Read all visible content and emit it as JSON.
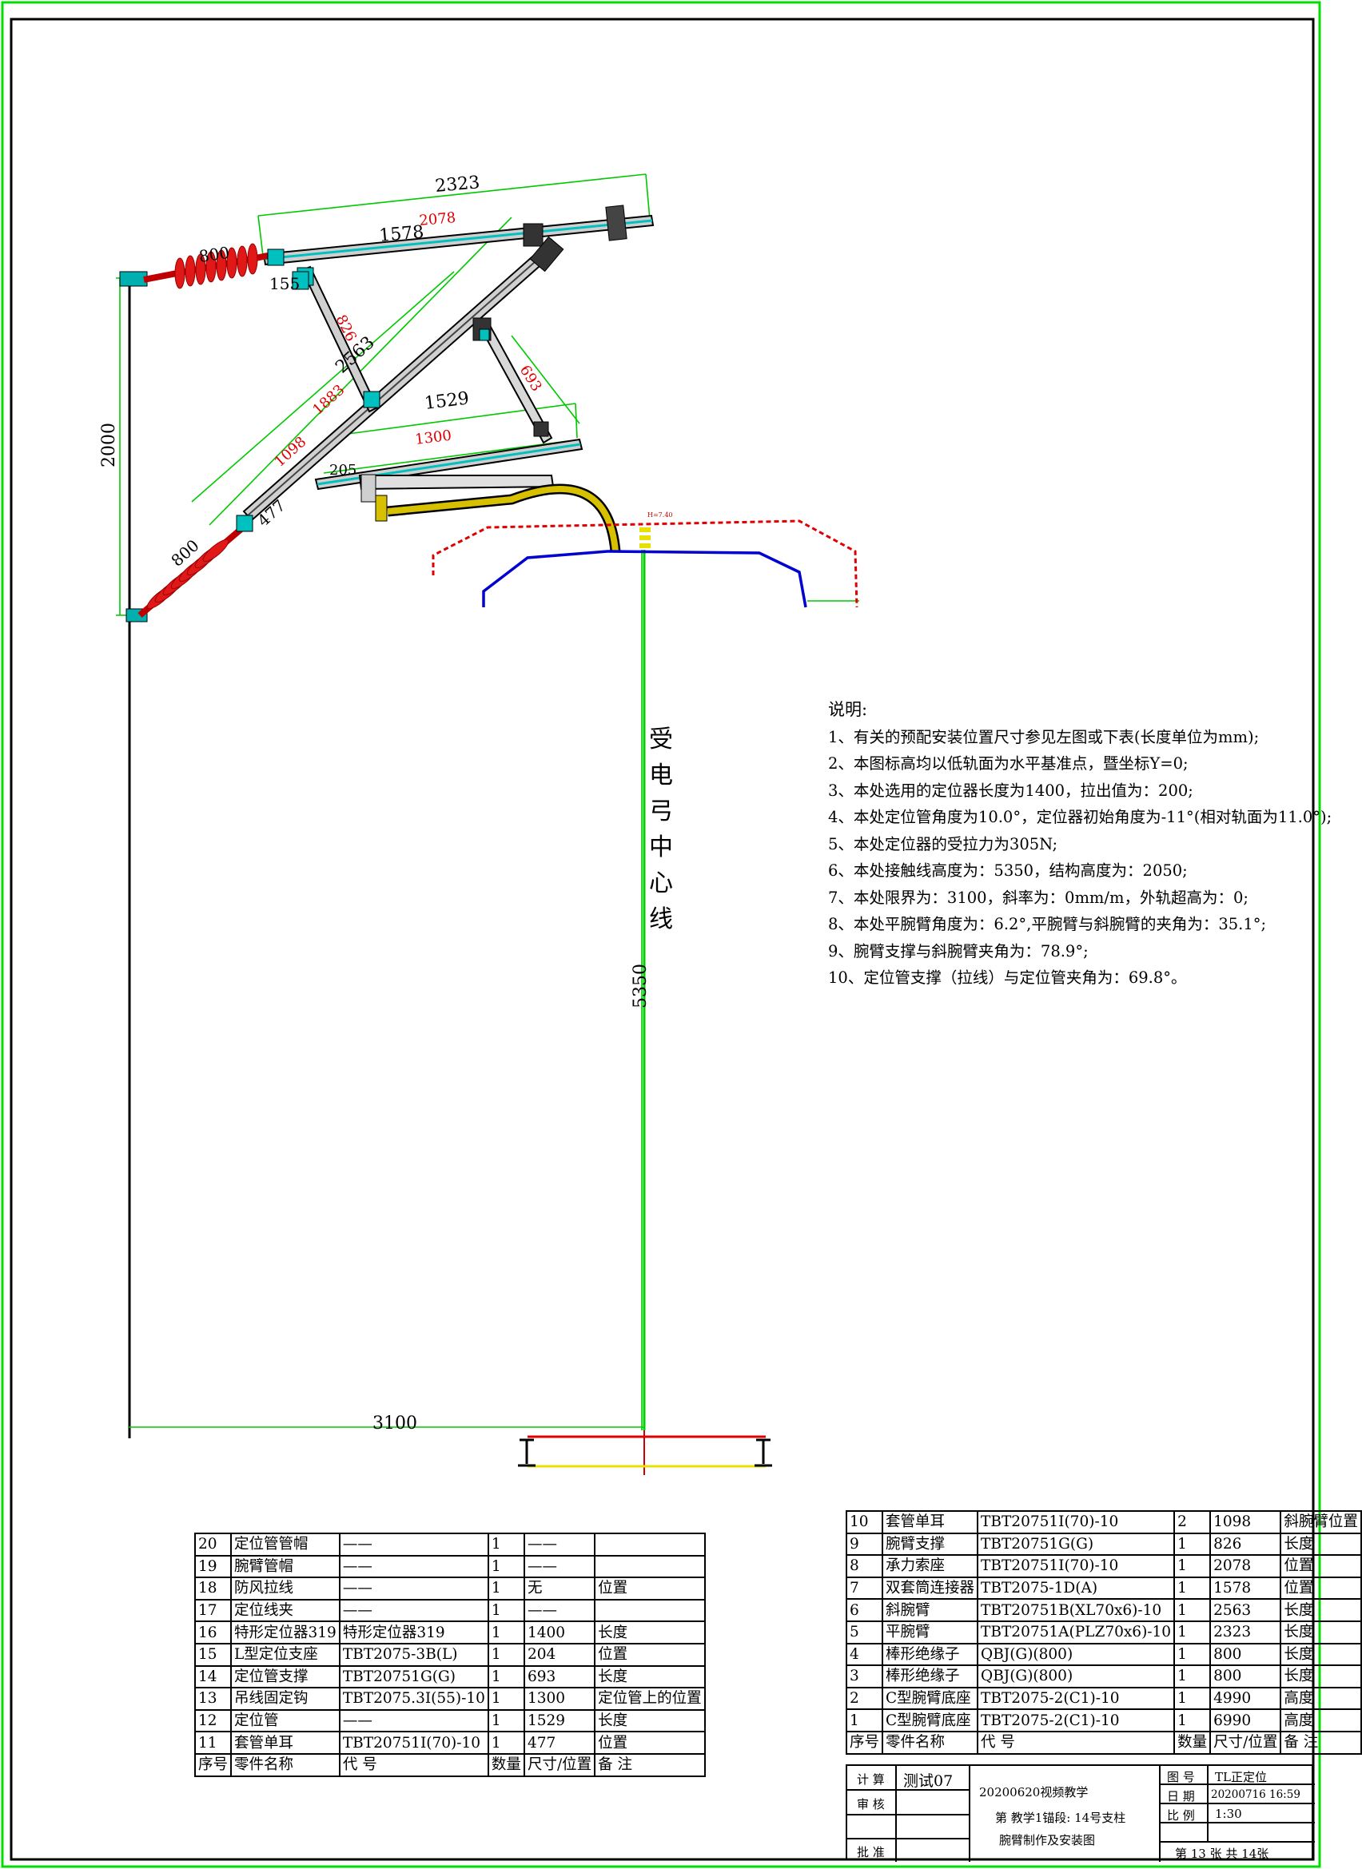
{
  "dims": {
    "arm_top_total": "2323",
    "arm_top_mid": "1578",
    "arm_top_red": "2078",
    "insulator_top": "800",
    "sleeve_top": "155",
    "brace_red": "826",
    "diag_arm": "2563",
    "red_1883": "1883",
    "red_693": "693",
    "locator_tube": "1529",
    "red_1300": "1300",
    "red_1098": "1098",
    "dim_205": "205",
    "dim_477": "477",
    "insulator_bottom": "800",
    "height_left": "2000",
    "height_center": "5350",
    "span_bottom": "3100",
    "tiny_label": "H=7.40"
  },
  "center_line_label": [
    "受",
    "电",
    "弓",
    "中",
    "心",
    "线"
  ],
  "notes": {
    "title": "说明:",
    "items": [
      "1、有关的预配安装位置尺寸参见左图或下表(长度单位为mm);",
      "2、本图标高均以低轨面为水平基准点，暨坐标Y=0;",
      "3、本处选用的定位器长度为1400，拉出值为：200;",
      "4、本处定位管角度为10.0°，定位器初始角度为-11°(相对轨面为11.0°);",
      "5、本处定位器的受拉力为305N;",
      "6、本处接触线高度为：5350，结构高度为：2050;",
      "7、本处限界为：3100，斜率为：0mm/m，外轨超高为：0;",
      "8、本处平腕臂角度为：6.2°,平腕臂与斜腕臂的夹角为：35.1°;",
      "9、腕臂支撑与斜腕臂夹角为：78.9°;",
      "10、定位管支撑（拉线）与定位管夹角为：69.8°。"
    ]
  },
  "left_table": {
    "rows": [
      [
        "20",
        "定位管管帽",
        "——",
        "1",
        "——",
        ""
      ],
      [
        "19",
        "腕臂管帽",
        "——",
        "1",
        "——",
        ""
      ],
      [
        "18",
        "防风拉线",
        "——",
        "1",
        "无",
        "位置"
      ],
      [
        "17",
        "定位线夹",
        "——",
        "1",
        "——",
        ""
      ],
      [
        "16",
        "特形定位器319",
        "特形定位器319",
        "1",
        "1400",
        "长度"
      ],
      [
        "15",
        "L型定位支座",
        "TBT2075-3B(L)",
        "1",
        "204",
        "位置"
      ],
      [
        "14",
        "定位管支撑",
        "TBT20751G(G)",
        "1",
        "693",
        "长度"
      ],
      [
        "13",
        "吊线固定钩",
        "TBT2075.3I(55)-10",
        "1",
        "1300",
        "定位管上的位置"
      ],
      [
        "12",
        "定位管",
        "——",
        "1",
        "1529",
        "长度"
      ],
      [
        "11",
        "套管单耳",
        "TBT20751I(70)-10",
        "1",
        "477",
        "位置"
      ]
    ],
    "header": [
      "序号",
      "零件名称",
      "代 号",
      "数量",
      "尺寸/位置",
      "备 注"
    ]
  },
  "right_table": {
    "rows": [
      [
        "10",
        "套管单耳",
        "TBT20751I(70)-10",
        "2",
        "1098",
        "斜腕臂位置"
      ],
      [
        "9",
        "腕臂支撑",
        "TBT20751G(G)",
        "1",
        "826",
        "长度"
      ],
      [
        "8",
        "承力索座",
        "TBT20751I(70)-10",
        "1",
        "2078",
        "位置"
      ],
      [
        "7",
        "双套筒连接器",
        "TBT2075-1D(A)",
        "1",
        "1578",
        "位置"
      ],
      [
        "6",
        "斜腕臂",
        "TBT20751B(XL70x6)-10",
        "1",
        "2563",
        "长度"
      ],
      [
        "5",
        "平腕臂",
        "TBT20751A(PLZ70x6)-10",
        "1",
        "2323",
        "长度"
      ],
      [
        "4",
        "棒形绝缘子",
        "QBJ(G)(800)",
        "1",
        "800",
        "长度"
      ],
      [
        "3",
        "棒形绝缘子",
        "QBJ(G)(800)",
        "1",
        "800",
        "长度"
      ],
      [
        "2",
        "C型腕臂底座",
        "TBT2075-2(C1)-10",
        "1",
        "4990",
        "高度"
      ],
      [
        "1",
        "C型腕臂底座",
        "TBT2075-2(C1)-10",
        "1",
        "6990",
        "高度"
      ]
    ],
    "header": [
      "序号",
      "零件名称",
      "代 号",
      "数量",
      "尺寸/位置",
      "备 注"
    ]
  },
  "title_block": {
    "calc_label": "计 算",
    "calc_value": "测试07",
    "review_label": "审 核",
    "approve_label": "批 准",
    "project": "20200620视频教学",
    "location": "第 教学1锚段: 14号支柱",
    "drawing_name": "腕臂制作及安装图",
    "fig_no_label": "图 号",
    "fig_no_value": "TL正定位",
    "date_label": "日 期",
    "date_value": "20200716 16:59",
    "scale_label": "比 例",
    "scale_value": "1:30",
    "sheet": "第 13  张  共 14张"
  }
}
